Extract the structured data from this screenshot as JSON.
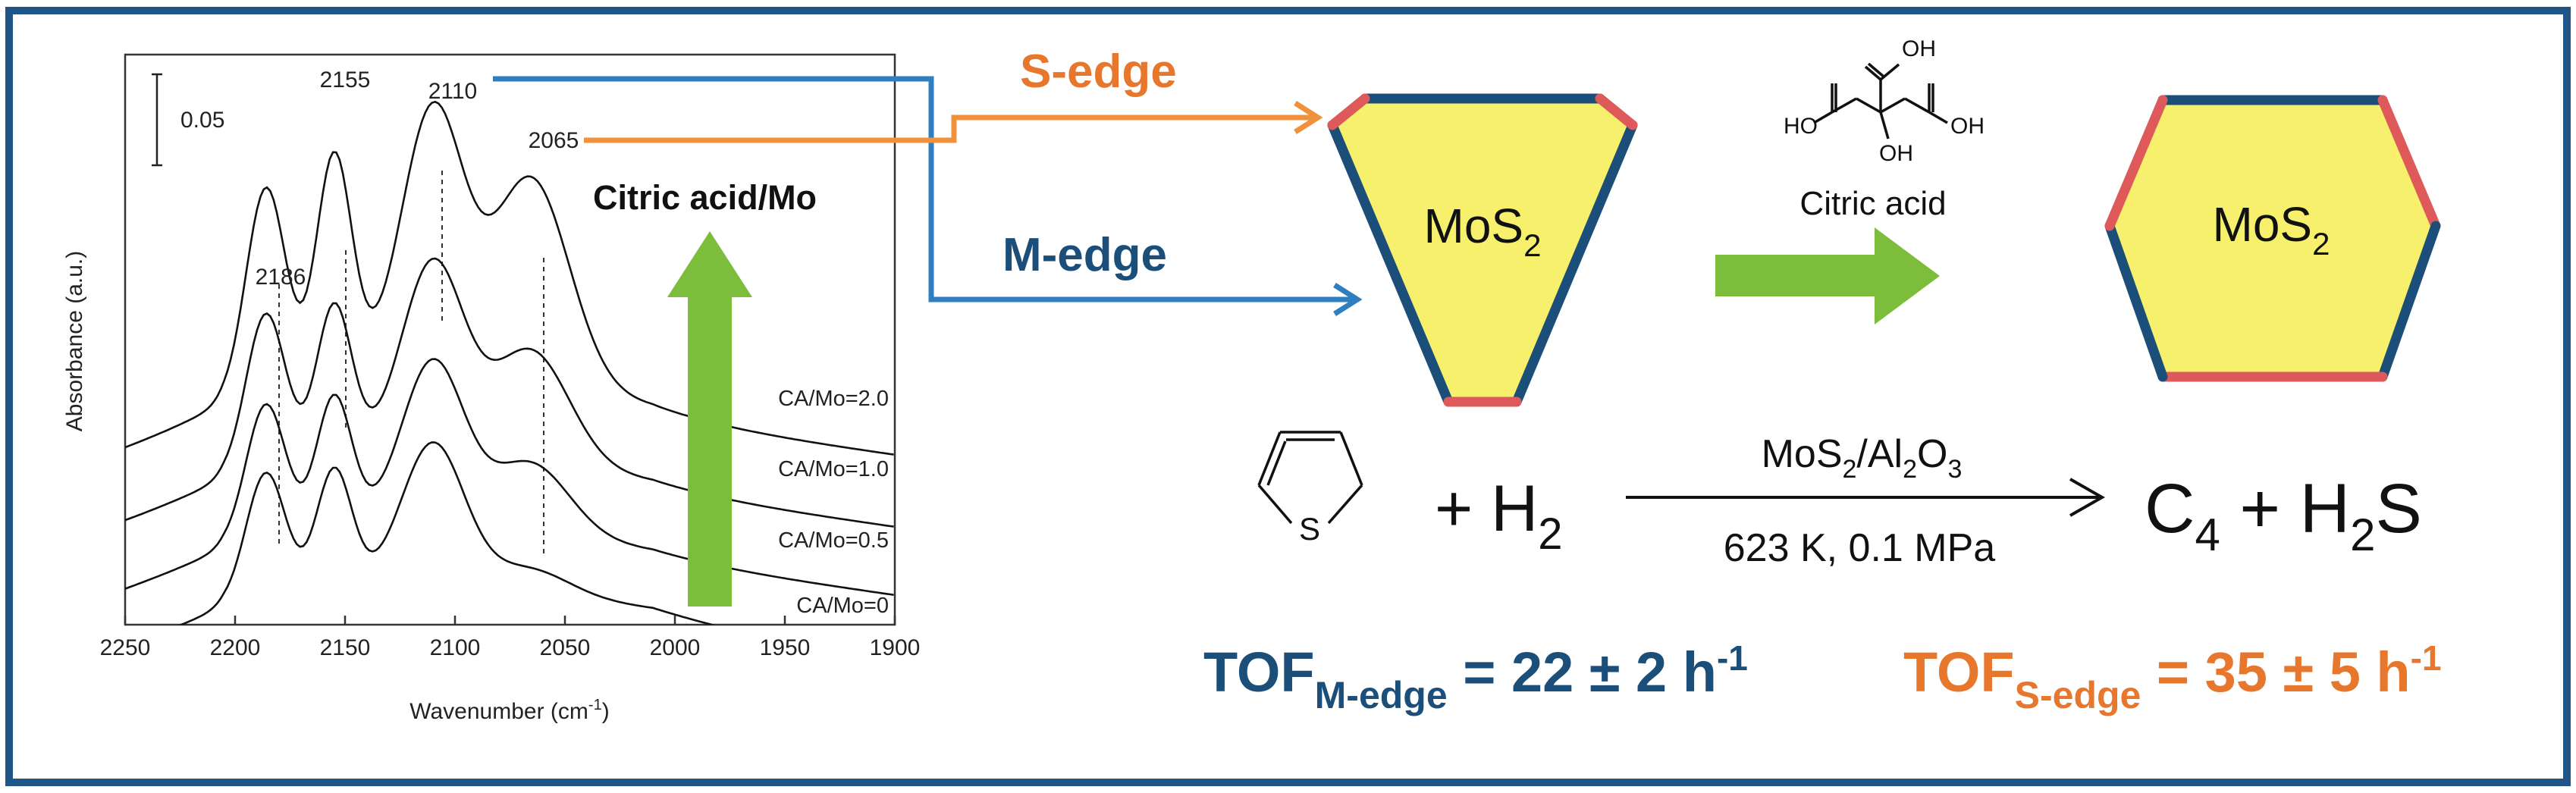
{
  "colors": {
    "frame": "#1f5687",
    "m_edge": "#1b4f7a",
    "s_edge": "#e8772e",
    "s_edge_red": "#de5a5a",
    "hex_fill": "#f7f06d",
    "green_arrow": "#7dbd3c",
    "blue_line": "#2f7fc0",
    "orange_line": "#f0923c"
  },
  "spectrum": {
    "ylabel": "Absorbance (a.u.)",
    "xlabel": "Wavenumber (cm",
    "xlabel_sup": "-1",
    "xlabel_end": ")",
    "scale_bar_label": "0.05",
    "peak_labels": [
      "2186",
      "2155",
      "2110",
      "2065"
    ],
    "arrow_label": "Citric acid/Mo",
    "curve_labels": [
      "CA/Mo=2.0",
      "CA/Mo=1.0",
      "CA/Mo=0.5",
      "CA/Mo=0"
    ]
  },
  "chart_data": {
    "type": "line",
    "xlabel": "Wavenumber (cm-1)",
    "ylabel": "Absorbance (a.u.)",
    "xlim": [
      2250,
      1900
    ],
    "x_ticks": [
      "2250",
      "2200",
      "2150",
      "2100",
      "2050",
      "2000",
      "1950",
      "1900"
    ],
    "peaks": [
      2186,
      2155,
      2110,
      2065
    ],
    "series": [
      {
        "name": "CA/Mo=0",
        "relative_heights": [
          0.8,
          0.75,
          0.85,
          0.12
        ]
      },
      {
        "name": "CA/Mo=0.5",
        "relative_heights": [
          0.75,
          0.72,
          0.85,
          0.35
        ]
      },
      {
        "name": "CA/Mo=1.0",
        "relative_heights": [
          0.78,
          0.75,
          0.9,
          0.52
        ]
      },
      {
        "name": "CA/Mo=2.0",
        "relative_heights": [
          0.82,
          0.88,
          1.0,
          0.78
        ]
      }
    ]
  },
  "labels": {
    "s_edge": "S-edge",
    "m_edge": "M-edge",
    "mos2_left": "MoS",
    "mos2_right": "MoS",
    "mos2_sub": "2",
    "citric_acid": "Citric acid",
    "ho_left": "HO",
    "oh_right": "OH",
    "oh_top": "OH",
    "oh_mid": "OH"
  },
  "reaction": {
    "thiophene_s": "S",
    "plus_h2": "+ H",
    "h2_sub": "2",
    "catalyst_top": "MoS",
    "catalyst_sub1": "2",
    "catalyst_mid": "/Al",
    "catalyst_sub2": "2",
    "catalyst_o": "O",
    "catalyst_sub3": "3",
    "conditions": "623 K, 0.1 MPa",
    "product_c": "C",
    "product_c_sub": "4",
    "product_plus": " + H",
    "product_h_sub": "2",
    "product_s": "S"
  },
  "tof": {
    "m_label": "TOF",
    "m_sub": "M-edge",
    "m_value": " = 22 ± 2 h",
    "m_sup": "-1",
    "s_label": "TOF",
    "s_sub": "S-edge",
    "s_value": " = 35 ± 5 h",
    "s_sup": "-1"
  }
}
